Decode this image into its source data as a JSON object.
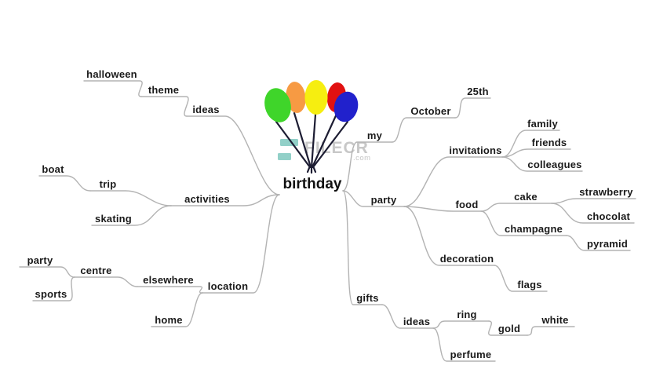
{
  "diagram": {
    "type": "mindmap",
    "line_color": "#b3b3b3",
    "text_color": "#1a1a1a",
    "background": "#ffffff"
  },
  "watermark": {
    "brand": "FILECR",
    "suffix": ".com",
    "accent_color": "#7fc8bf"
  },
  "balloons": {
    "string_color": "#1d1d33",
    "items": [
      {
        "name": "orange-balloon",
        "color": "#f79a43"
      },
      {
        "name": "red-balloon",
        "color": "#e11111"
      },
      {
        "name": "green-balloon",
        "color": "#3fd52a"
      },
      {
        "name": "yellow-balloon",
        "color": "#f6ee10"
      },
      {
        "name": "blue-balloon",
        "color": "#2121cc"
      }
    ]
  },
  "nodes": [
    {
      "id": "birthday",
      "label": "birthday",
      "parent": null,
      "side": "center"
    },
    {
      "id": "ideas-left",
      "label": "ideas",
      "parent": "birthday",
      "side": "left"
    },
    {
      "id": "theme",
      "label": "theme",
      "parent": "ideas-left",
      "side": "left"
    },
    {
      "id": "halloween",
      "label": "halloween",
      "parent": "theme",
      "side": "left"
    },
    {
      "id": "activities",
      "label": "activities",
      "parent": "birthday",
      "side": "left"
    },
    {
      "id": "trip",
      "label": "trip",
      "parent": "activities",
      "side": "left"
    },
    {
      "id": "boat",
      "label": "boat",
      "parent": "trip",
      "side": "left"
    },
    {
      "id": "skating",
      "label": "skating",
      "parent": "activities",
      "side": "left"
    },
    {
      "id": "location",
      "label": "location",
      "parent": "birthday",
      "side": "left"
    },
    {
      "id": "elsewhere",
      "label": "elsewhere",
      "parent": "location",
      "side": "left"
    },
    {
      "id": "centre",
      "label": "centre",
      "parent": "elsewhere",
      "side": "left"
    },
    {
      "id": "party-left",
      "label": "party",
      "parent": "centre",
      "side": "left"
    },
    {
      "id": "sports",
      "label": "sports",
      "parent": "centre",
      "side": "left"
    },
    {
      "id": "home",
      "label": "home",
      "parent": "location",
      "side": "left"
    },
    {
      "id": "my",
      "label": "my",
      "parent": "birthday",
      "side": "right"
    },
    {
      "id": "october",
      "label": "October",
      "parent": "my",
      "side": "right"
    },
    {
      "id": "25th",
      "label": "25th",
      "parent": "october",
      "side": "right"
    },
    {
      "id": "party-right",
      "label": "party",
      "parent": "birthday",
      "side": "right"
    },
    {
      "id": "invitations",
      "label": "invitations",
      "parent": "party-right",
      "side": "right"
    },
    {
      "id": "family",
      "label": "family",
      "parent": "invitations",
      "side": "right"
    },
    {
      "id": "friends",
      "label": "friends",
      "parent": "invitations",
      "side": "right"
    },
    {
      "id": "colleagues",
      "label": "colleagues",
      "parent": "invitations",
      "side": "right"
    },
    {
      "id": "food",
      "label": "food",
      "parent": "party-right",
      "side": "right"
    },
    {
      "id": "cake",
      "label": "cake",
      "parent": "food",
      "side": "right"
    },
    {
      "id": "strawberry",
      "label": "strawberry",
      "parent": "cake",
      "side": "right"
    },
    {
      "id": "chocolat",
      "label": "chocolat",
      "parent": "cake",
      "side": "right"
    },
    {
      "id": "champagne",
      "label": "champagne",
      "parent": "food",
      "side": "right"
    },
    {
      "id": "pyramid",
      "label": "pyramid",
      "parent": "champagne",
      "side": "right"
    },
    {
      "id": "decoration",
      "label": "decoration",
      "parent": "party-right",
      "side": "right"
    },
    {
      "id": "flags",
      "label": "flags",
      "parent": "decoration",
      "side": "right"
    },
    {
      "id": "gifts",
      "label": "gifts",
      "parent": "birthday",
      "side": "right"
    },
    {
      "id": "ideas-right",
      "label": "ideas",
      "parent": "gifts",
      "side": "right"
    },
    {
      "id": "ring",
      "label": "ring",
      "parent": "ideas-right",
      "side": "right"
    },
    {
      "id": "gold",
      "label": "gold",
      "parent": "ring",
      "side": "right"
    },
    {
      "id": "white",
      "label": "white",
      "parent": "gold",
      "side": "right"
    },
    {
      "id": "perfume",
      "label": "perfume",
      "parent": "ideas-right",
      "side": "right"
    }
  ]
}
